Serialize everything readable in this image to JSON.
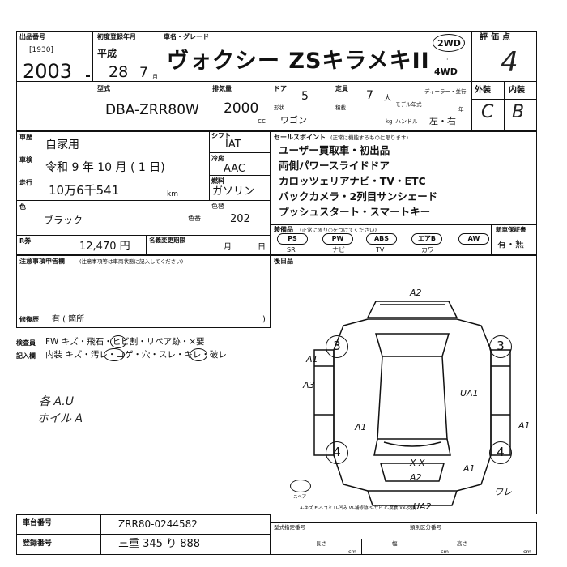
{
  "header": {
    "lot_label": "出品番号",
    "lot_sub": "[1930]",
    "lot_number": "2003",
    "first_reg_label": "初度登録年月",
    "car_name_label": "車名・グレード",
    "era": "平成",
    "year": "28",
    "month": "7",
    "month_unit": "月",
    "car_name": "ヴォクシー ZSキラメキII",
    "drive_2wd": "2WD",
    "drive_4wd": "4WD",
    "score_label": "評価点",
    "score": "4",
    "model_label": "型式",
    "model": "DBA-ZRR80W",
    "displacement_label": "排気量",
    "displacement": "2000",
    "cc": "cc",
    "door_label": "ドア",
    "doors": "5",
    "shape_label": "形状",
    "shape": "ワゴン",
    "capacity_label": "定員",
    "capacity": "7",
    "capacity_unit": "人",
    "load_label": "積載",
    "kg": "kg",
    "dealer_label": "ディーラー・並行",
    "model_year_label": "モデル年式",
    "year_unit": "年",
    "handle_label": "ハンドル",
    "handle": "左・右",
    "exterior_label": "外装",
    "interior_label": "内装",
    "exterior": "C",
    "interior": "B"
  },
  "details": {
    "usage_label": "車歴",
    "usage": "自家用",
    "inspection_label": "車検",
    "inspection": "令和 9 年 10 月 ( 1 日)",
    "mileage_label": "走行",
    "mileage": "10万6千541",
    "km": "km",
    "shift_label": "シフト",
    "shift": "IAT",
    "aircon_label": "冷房",
    "aircon": "AAC",
    "fuel_label": "燃料",
    "fuel": "ガソリン",
    "color_label": "色",
    "color": "ブラック",
    "color_no_label": "色番",
    "color_change_label": "色替",
    "color_no": "202",
    "recycle_label": "R券",
    "recycle": "12,470 円",
    "tax_label": "名義変更期限",
    "tax_month": "月",
    "tax_day": "日"
  },
  "selling_points": {
    "title": "セールスポイント",
    "title_note": "(正常に機能するものに限ります)",
    "items": [
      "ユーザー買取車・初出品",
      "両側パワースライドドア",
      "カロッツェリアナビ・TV・ETC",
      "バックカメラ・2列目サンシェード",
      "プッシュスタート・スマートキー"
    ]
  },
  "equipment": {
    "title": "装備品",
    "title_note": "(正常に限り○をつけてください)",
    "pills": [
      "PS",
      "PW",
      "ABS",
      "エアB",
      "AW"
    ],
    "pill_subs": [
      "SR",
      "ナビ",
      "TV",
      "カワ"
    ],
    "warranty_label": "新車保証書",
    "warranty": "有・無"
  },
  "notes": {
    "label": "注意事項申告欄",
    "label_note": "(注意事項等は車両状態に記入してください)",
    "repair_label": "修復歴",
    "repair": "有 ( 箇所",
    "repair_close": ")"
  },
  "inspector": {
    "exterior_title": "検査員",
    "exterior_line": "FW キズ・飛石・ヒビ割・リペア跡・×要",
    "interior_title": "記入欄",
    "interior_line": "内装 キズ・汚レ・コゲ・穴・スレ・キレ・破レ",
    "hand_notes": [
      "各 A.U",
      "ホイル A"
    ]
  },
  "diagram": {
    "title": "後日品",
    "marks": [
      "A2",
      "A1",
      "A3",
      "UA1",
      "A1",
      "A1",
      "A1",
      "X X",
      "A2",
      "UA2",
      "ワレ",
      "3",
      "3",
      "4",
      "4"
    ],
    "spare_label": "スペア",
    "legend": "A-キズ E-ヘコミ U-凹み W-補修跡 S-サビ C-腐食 XX-交換"
  },
  "footer": {
    "chassis_label": "車台番号",
    "chassis": "ZRR80-0244582",
    "plate_label": "登録番号",
    "plate": "三重 345 り 888",
    "cert_label": "型式指定番号",
    "class_label": "類別区分番号",
    "length_label": "長さ",
    "width_label": "幅",
    "height_label": "高さ",
    "cm": "cm"
  }
}
